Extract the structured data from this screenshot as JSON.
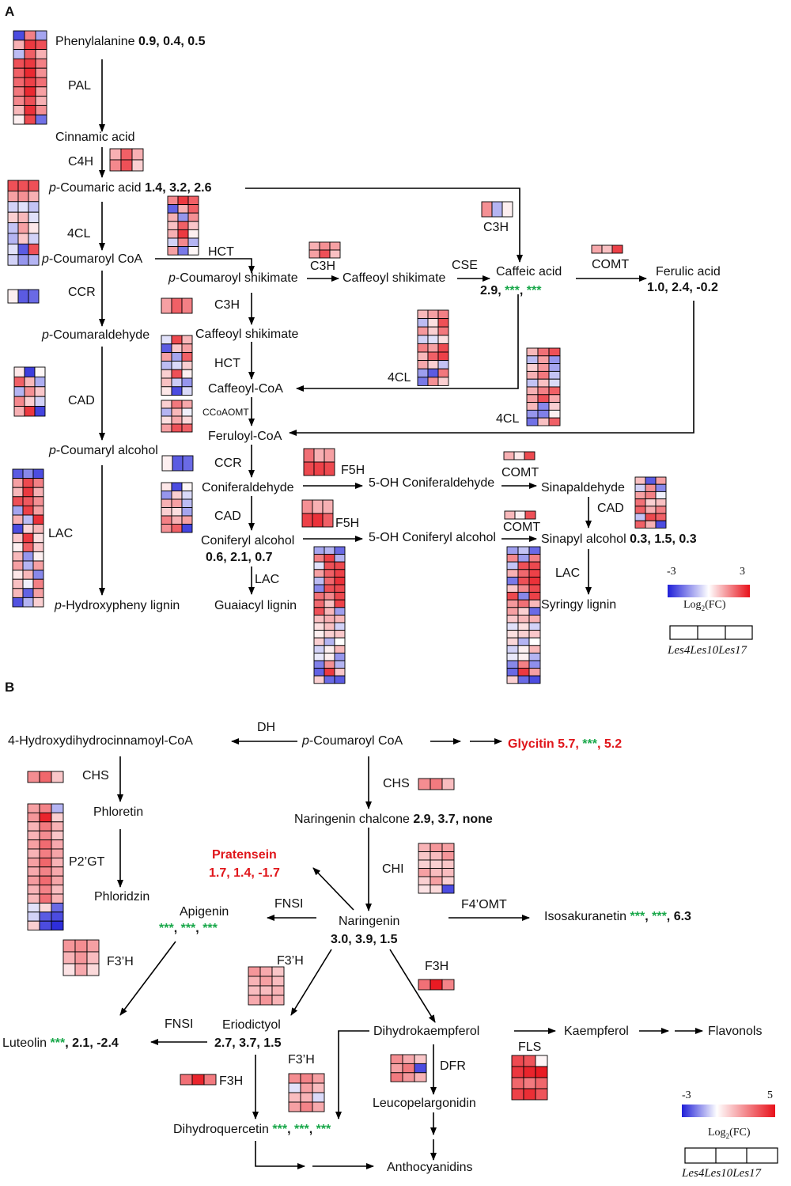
{
  "panels": {
    "a": "A",
    "b": "B"
  },
  "palette": {
    "neg": "#1f1fd8",
    "mid": "#ffffff",
    "pos": "#e8111a"
  },
  "pathway_a": {
    "phenylalanine": "Phenylalanine",
    "phenylalanine_vals": "0.9, 0.4, 0.5",
    "pal": "PAL",
    "cinnamic": "Cinnamic acid",
    "c4h": "C4H",
    "p_italic": "p",
    "coumaric": "-Coumaric acid",
    "coumaric_vals": "1.4, 3.2, 2.6",
    "cl4": "4CL",
    "coumaroyl_coa": "-Coumaroyl CoA",
    "hct": "HCT",
    "coumaroyl_shik": "-Coumaroyl shikimate",
    "c3h": "C3H",
    "caffeoyl_shik": "Caffeoyl shikimate",
    "cse": "CSE",
    "caffeic": "Caffeic acid",
    "caffeic_val": "2.9",
    "comma": ",",
    "stars": "***",
    "comt": "COMT",
    "ferulic": "Ferulic acid",
    "ferulic_vals": "1.0, 2.4, -0.2",
    "ccr": "CCR",
    "coumaraldehyde": "-Coumaraldehyde",
    "caffeoyl_coa": "Caffeoyl-CoA",
    "cad": "CAD",
    "ccoaomt": "CCoAOMT",
    "feruloyl_coa": "Feruloyl-CoA",
    "coumaryl_alc": "-Coumaryl alcohol",
    "f5h": "F5H",
    "coniferaldehyde": "Coniferaldehyde",
    "oh_coniferaldehyde": "5-OH Coniferaldehyde",
    "sinapaldehyde": "Sinapaldehyde",
    "lac": "LAC",
    "coniferyl_alc": "Coniferyl alcohol",
    "coniferyl_vals": "0.6, 2.1, 0.7",
    "oh_coniferyl": "5-OH Coniferyl alcohol",
    "sinapyl": "Sinapyl alcohol",
    "sinapyl_vals": "0.3, 1.5, 0.3",
    "h_lignin": "-Hydroxypheny lignin",
    "g_lignin": "Guaiacyl lignin",
    "s_lignin": "Syringy lignin"
  },
  "legend_a": {
    "min": "-3",
    "max": "3",
    "label": "Log",
    "sub": "2",
    "label_end": "(FC)",
    "samples": [
      "Les4",
      "Les10",
      "Les17"
    ]
  },
  "pathway_b": {
    "hdc_coa": "4-Hydroxydihydrocinnamoyl-CoA",
    "dh": "DH",
    "p_italic": "p",
    "coumaroyl_coa": "-Coumaroyl CoA",
    "glycitin": "Glycitin 5.7, ",
    "glycitin_end": ", 5.2",
    "stars": "***",
    "comma": ",",
    "chs": "CHS",
    "phloretin": "Phloretin",
    "naringenin_chalcone": "Naringenin chalcone ",
    "chalcone_vals": "2.9, 3.7, none",
    "p2gt": "P2’GT",
    "pratensein": "Pratensein",
    "pratensein_vals": "1.7, 1.4, -1.7",
    "chi": "CHI",
    "phloridzin": "Phloridzin",
    "apigenin": "Apigenin",
    "fnsi": "FNSI",
    "naringenin": "Naringenin",
    "naringenin_vals": "3.0, 3.9, 1.5",
    "f4omt": "F4’OMT",
    "isosakuranetin": "Isosakuranetin ",
    "isosak_end": ", 6.3",
    "f3h_prime": "F3’H",
    "f3h": "F3H",
    "luteolin": "Luteolin ",
    "luteolin_end": ", 2.1, -2.4",
    "eriodictyol": "Eriodictyol",
    "eriodictyol_vals": "2.7, 3.7, 1.5",
    "dihydrokaempferol": "Dihydrokaempferol",
    "kaempferol": "Kaempferol",
    "flavonols": "Flavonols",
    "dfr": "DFR",
    "fls": "FLS",
    "leucopelargonidin": "Leucopelargonidin",
    "dihydroquercetin": "Dihydroquercetin ",
    "anthocyanidins": "Anthocyanidins"
  },
  "legend_b": {
    "min": "-3",
    "max": "5",
    "label": "Log",
    "sub": "2",
    "label_end": "(FC)",
    "samples": [
      "Les4",
      "Les10",
      "Les17"
    ]
  },
  "heatmaps": {
    "a_pal": {
      "min": -3,
      "max": 3,
      "rows": [
        [
          -2.4,
          1.6,
          -1.2
        ],
        [
          1.0,
          2.5,
          2.2
        ],
        [
          -0.9,
          2.0,
          1.0
        ],
        [
          2.2,
          2.5,
          1.6
        ],
        [
          2.0,
          2.7,
          1.4
        ],
        [
          1.9,
          2.4,
          1.8
        ],
        [
          1.7,
          2.7,
          1.2
        ],
        [
          1.5,
          2.2,
          1.0
        ],
        [
          0.9,
          2.6,
          1.4
        ],
        [
          0.2,
          2.3,
          -1.9
        ]
      ]
    },
    "a_c4h": {
      "min": -3,
      "max": 3,
      "rows": [
        [
          1.0,
          2.0,
          1.0
        ],
        [
          1.5,
          2.2,
          0.6
        ]
      ]
    },
    "a_4cl_l": {
      "min": -3,
      "max": 3,
      "rows": [
        [
          2.2,
          2.2,
          2.2
        ],
        [
          1.2,
          1.4,
          1.0
        ],
        [
          -0.6,
          -0.4,
          -0.8
        ],
        [
          0.6,
          0.9,
          -0.4
        ],
        [
          -0.8,
          1.2,
          0.3
        ],
        [
          -1.0,
          0.7,
          -0.6
        ],
        [
          -0.4,
          -2.2,
          2.2
        ],
        [
          -0.6,
          -1.4,
          -1.0
        ]
      ]
    },
    "a_hct1": {
      "min": -3,
      "max": 3,
      "rows": [
        [
          1.5,
          2.5,
          2.0
        ],
        [
          -2.1,
          1.0,
          2.0
        ],
        [
          1.0,
          -1.4,
          1.4
        ],
        [
          0.8,
          2.0,
          0.7
        ],
        [
          1.0,
          2.5,
          0.2
        ],
        [
          -0.6,
          1.5,
          -1.0
        ],
        [
          1.2,
          -1.8,
          0.1
        ]
      ]
    },
    "a_ccr": {
      "min": -3,
      "max": 3,
      "rows": [
        [
          0.2,
          -2.2,
          -2.0
        ]
      ]
    },
    "a_cad_l": {
      "min": -3,
      "max": 3,
      "rows": [
        [
          0.3,
          -2.6,
          0.1
        ],
        [
          2.0,
          0.9,
          -1.1
        ],
        [
          -1.0,
          1.4,
          0.7
        ],
        [
          1.5,
          0.6,
          -0.6
        ],
        [
          1.0,
          2.5,
          -2.5
        ]
      ]
    },
    "a_lac_l": {
      "min": -3,
      "max": 3,
      "rows": [
        [
          -2.2,
          -1.6,
          -2.4
        ],
        [
          1.2,
          2.3,
          1.6
        ],
        [
          0.9,
          2.5,
          1.0
        ],
        [
          2.2,
          2.1,
          1.4
        ],
        [
          -1.2,
          2.4,
          1.2
        ],
        [
          1.0,
          -0.9,
          2.6
        ],
        [
          -2.4,
          0.5,
          0.9
        ],
        [
          0.7,
          2.5,
          0.4
        ],
        [
          0.2,
          2.0,
          0.7
        ],
        [
          0.9,
          -1.4,
          0.2
        ],
        [
          1.2,
          -1.0,
          1.2
        ],
        [
          0.3,
          0.9,
          -1.6
        ],
        [
          0.8,
          -0.2,
          1.6
        ],
        [
          0.9,
          -2.1,
          1.2
        ],
        [
          -2.3,
          -1.0,
          0.6
        ]
      ]
    },
    "a_c3h_mid": {
      "min": -3,
      "max": 3,
      "rows": [
        [
          1.0,
          1.4,
          1.2
        ],
        [
          1.2,
          2.2,
          0.8
        ]
      ]
    },
    "a_c3h_top": {
      "min": -3,
      "max": 3,
      "rows": [
        [
          1.4,
          -1.0,
          0.2
        ]
      ]
    },
    "a_comt1": {
      "min": -3,
      "max": 3,
      "rows": [
        [
          1.1,
          0.8,
          2.4
        ]
      ]
    },
    "a_c3h_2": {
      "min": -3,
      "max": 3,
      "rows": [
        [
          1.2,
          2.0,
          1.6
        ]
      ]
    },
    "a_hct2": {
      "min": -3,
      "max": 3,
      "rows": [
        [
          -0.4,
          2.3,
          0.9
        ],
        [
          -2.2,
          0.7,
          1.2
        ],
        [
          1.2,
          -1.2,
          2.0
        ],
        [
          -0.9,
          -0.5,
          0.6
        ],
        [
          0.6,
          2.2,
          0.2
        ],
        [
          0.8,
          -0.7,
          -1.4
        ],
        [
          0.3,
          -2.4,
          -0.5
        ]
      ]
    },
    "a_ccoaomt": {
      "min": -3,
      "max": 3,
      "rows": [
        [
          0.6,
          1.7,
          1.1
        ],
        [
          -1.0,
          0.9,
          -0.2
        ],
        [
          0.4,
          1.1,
          0.5
        ],
        [
          1.2,
          2.2,
          2.0
        ]
      ]
    },
    "a_ccr2": {
      "min": -3,
      "max": 3,
      "rows": [
        [
          0.2,
          -2.2,
          -2.0
        ]
      ]
    },
    "a_cad2": {
      "min": -3,
      "max": 3,
      "rows": [
        [
          0.3,
          -2.4,
          0.1
        ],
        [
          -1.4,
          0.6,
          -0.5
        ],
        [
          1.0,
          1.2,
          -0.9
        ],
        [
          0.6,
          0.4,
          -1.2
        ],
        [
          1.6,
          1.0,
          1.2
        ],
        [
          1.4,
          2.0,
          -2.5
        ]
      ]
    },
    "a_4cl_m": {
      "min": -3,
      "max": 3,
      "rows": [
        [
          0.9,
          1.2,
          1.6
        ],
        [
          -0.9,
          0.4,
          2.2
        ],
        [
          1.3,
          0.6,
          1.7
        ],
        [
          -0.6,
          -0.4,
          0.4
        ],
        [
          1.6,
          1.2,
          2.3
        ],
        [
          0.9,
          2.0,
          2.4
        ],
        [
          1.1,
          0.6,
          -0.8
        ],
        [
          -1.3,
          -2.2,
          1.7
        ],
        [
          -1.8,
          1.4,
          0.6
        ]
      ]
    },
    "a_4cl_r": {
      "min": -3,
      "max": 3,
      "rows": [
        [
          0.9,
          1.8,
          2.2
        ],
        [
          -0.9,
          1.2,
          -1.4
        ],
        [
          0.6,
          1.3,
          -1.2
        ],
        [
          1.0,
          1.7,
          -0.8
        ],
        [
          -0.8,
          0.8,
          -0.5
        ],
        [
          1.0,
          1.6,
          2.0
        ],
        [
          1.2,
          2.2,
          1.1
        ],
        [
          0.9,
          -1.6,
          0.6
        ],
        [
          -1.4,
          -1.7,
          0.2
        ],
        [
          -1.9,
          0.8,
          2.0
        ]
      ]
    },
    "a_f5h1": {
      "min": -3,
      "max": 3,
      "rows": [
        [
          1.8,
          1.0,
          1.2
        ],
        [
          2.3,
          2.4,
          2.3
        ]
      ]
    },
    "a_f5h2": {
      "min": -3,
      "max": 3,
      "rows": [
        [
          1.4,
          1.0,
          1.0
        ],
        [
          2.4,
          2.6,
          2.0
        ]
      ]
    },
    "a_comt2": {
      "min": -3,
      "max": 3,
      "rows": [
        [
          1.0,
          0.3,
          2.3
        ]
      ]
    },
    "a_comt3": {
      "min": -3,
      "max": 3,
      "rows": [
        [
          0.9,
          0.2,
          2.2
        ]
      ]
    },
    "a_sinap": {
      "min": -3,
      "max": 3,
      "rows": [
        [
          0.8,
          -2.2,
          1.2
        ],
        [
          -0.6,
          1.4,
          -1.6
        ],
        [
          1.2,
          1.6,
          -0.2
        ],
        [
          1.8,
          0.6,
          0.8
        ],
        [
          2.0,
          1.0,
          1.6
        ],
        [
          -0.8,
          2.3,
          2.0
        ],
        [
          2.0,
          1.0,
          -2.4
        ]
      ]
    },
    "a_lac_m": {
      "min": -3,
      "max": 3,
      "rows": [
        [
          -1.2,
          -1.0,
          -2.0
        ],
        [
          1.6,
          2.4,
          -1.0
        ],
        [
          -0.4,
          2.2,
          2.3
        ],
        [
          1.2,
          2.0,
          2.4
        ],
        [
          -0.9,
          1.9,
          2.6
        ],
        [
          -1.6,
          2.2,
          2.3
        ],
        [
          1.8,
          1.5,
          2.3
        ],
        [
          1.9,
          0.8,
          2.4
        ],
        [
          2.2,
          0.9,
          -1.3
        ],
        [
          0.8,
          1.0,
          0.9
        ],
        [
          0.4,
          0.8,
          -0.6
        ],
        [
          0.2,
          0.6,
          0.7
        ],
        [
          0.6,
          -1.0,
          0.0
        ],
        [
          -0.6,
          0.2,
          0.9
        ],
        [
          -0.3,
          0.2,
          -1.4
        ],
        [
          -1.7,
          1.4,
          -1.0
        ],
        [
          -2.1,
          2.5,
          0.7
        ],
        [
          0.6,
          -2.0,
          -2.2
        ]
      ]
    },
    "a_lac_r": {
      "min": -3,
      "max": 3,
      "rows": [
        [
          -1.3,
          -0.8,
          -2.0
        ],
        [
          1.5,
          -1.3,
          1.6
        ],
        [
          -0.8,
          2.2,
          2.3
        ],
        [
          1.0,
          1.9,
          2.4
        ],
        [
          -1.8,
          2.2,
          2.6
        ],
        [
          0.7,
          1.5,
          2.3
        ],
        [
          2.3,
          -1.6,
          2.4
        ],
        [
          1.3,
          1.8,
          0.9
        ],
        [
          1.2,
          0.6,
          -2.0
        ],
        [
          0.7,
          0.9,
          1.0
        ],
        [
          -0.4,
          0.4,
          -0.6
        ],
        [
          0.4,
          0.6,
          0.7
        ],
        [
          0.5,
          -1.0,
          0.0
        ],
        [
          -0.6,
          0.2,
          0.9
        ],
        [
          -0.3,
          0.2,
          -1.0
        ],
        [
          -1.6,
          1.6,
          -1.5
        ],
        [
          -2.0,
          2.5,
          1.2
        ],
        [
          0.6,
          -2.0,
          -2.4
        ]
      ]
    },
    "b_chs_l": {
      "min": -3,
      "max": 5,
      "rows": [
        [
          2.4,
          3.2,
          1.2
        ]
      ]
    },
    "b_p2gt": {
      "min": -3,
      "max": 5,
      "rows": [
        [
          2.0,
          2.6,
          -1.0
        ],
        [
          2.2,
          4.6,
          1.0
        ],
        [
          1.6,
          2.8,
          1.6
        ],
        [
          1.6,
          2.4,
          1.2
        ],
        [
          2.0,
          3.1,
          1.8
        ],
        [
          1.6,
          2.7,
          1.9
        ],
        [
          2.0,
          3.2,
          1.6
        ],
        [
          1.8,
          2.6,
          1.8
        ],
        [
          2.1,
          3.1,
          1.9
        ],
        [
          1.6,
          2.6,
          1.4
        ],
        [
          1.5,
          3.0,
          1.6
        ],
        [
          -0.4,
          0.8,
          -2.0
        ],
        [
          -0.6,
          -2.2,
          -2.4
        ],
        [
          1.0,
          -2.4,
          -2.8
        ]
      ]
    },
    "b_f3hp_l": {
      "min": -3,
      "max": 5,
      "rows": [
        [
          2.2,
          2.4,
          2.0
        ],
        [
          1.6,
          2.2,
          1.4
        ],
        [
          0.6,
          1.8,
          0.8
        ]
      ]
    },
    "b_chs_m": {
      "min": -3,
      "max": 5,
      "rows": [
        [
          2.4,
          2.8,
          1.4
        ]
      ]
    },
    "b_chi": {
      "min": -3,
      "max": 5,
      "rows": [
        [
          1.6,
          2.2,
          2.0
        ],
        [
          1.2,
          1.4,
          2.2
        ],
        [
          1.0,
          1.0,
          1.2
        ],
        [
          2.0,
          1.4,
          1.4
        ],
        [
          1.0,
          2.0,
          1.0
        ],
        [
          0.6,
          0.8,
          -2.4
        ]
      ]
    },
    "b_f3hp_m": {
      "min": -3,
      "max": 5,
      "rows": [
        [
          2.2,
          1.8,
          1.2
        ],
        [
          1.6,
          2.0,
          1.4
        ],
        [
          1.4,
          1.4,
          1.6
        ],
        [
          1.8,
          2.2,
          1.6
        ]
      ]
    },
    "b_f3h_r": {
      "min": -3,
      "max": 5,
      "rows": [
        [
          3.0,
          4.8,
          2.6
        ]
      ]
    },
    "b_f3h_l": {
      "min": -3,
      "max": 5,
      "rows": [
        [
          3.0,
          4.6,
          2.8
        ]
      ]
    },
    "b_f3hp_b": {
      "min": -3,
      "max": 5,
      "rows": [
        [
          2.4,
          2.6,
          2.0
        ],
        [
          -0.4,
          2.0,
          1.4
        ],
        [
          1.4,
          1.6,
          -0.5
        ],
        [
          2.0,
          2.6,
          1.8
        ]
      ]
    },
    "b_dfr": {
      "min": -3,
      "max": 5,
      "rows": [
        [
          2.4,
          1.8,
          1.2
        ],
        [
          2.0,
          2.8,
          -2.4
        ],
        [
          2.8,
          2.2,
          1.6
        ]
      ]
    },
    "b_fls": {
      "min": -3,
      "max": 5,
      "rows": [
        [
          3.8,
          3.6,
          0.2
        ],
        [
          4.2,
          4.6,
          4.8
        ],
        [
          3.2,
          2.8,
          3.2
        ],
        [
          4.0,
          4.4,
          3.6
        ]
      ]
    }
  }
}
